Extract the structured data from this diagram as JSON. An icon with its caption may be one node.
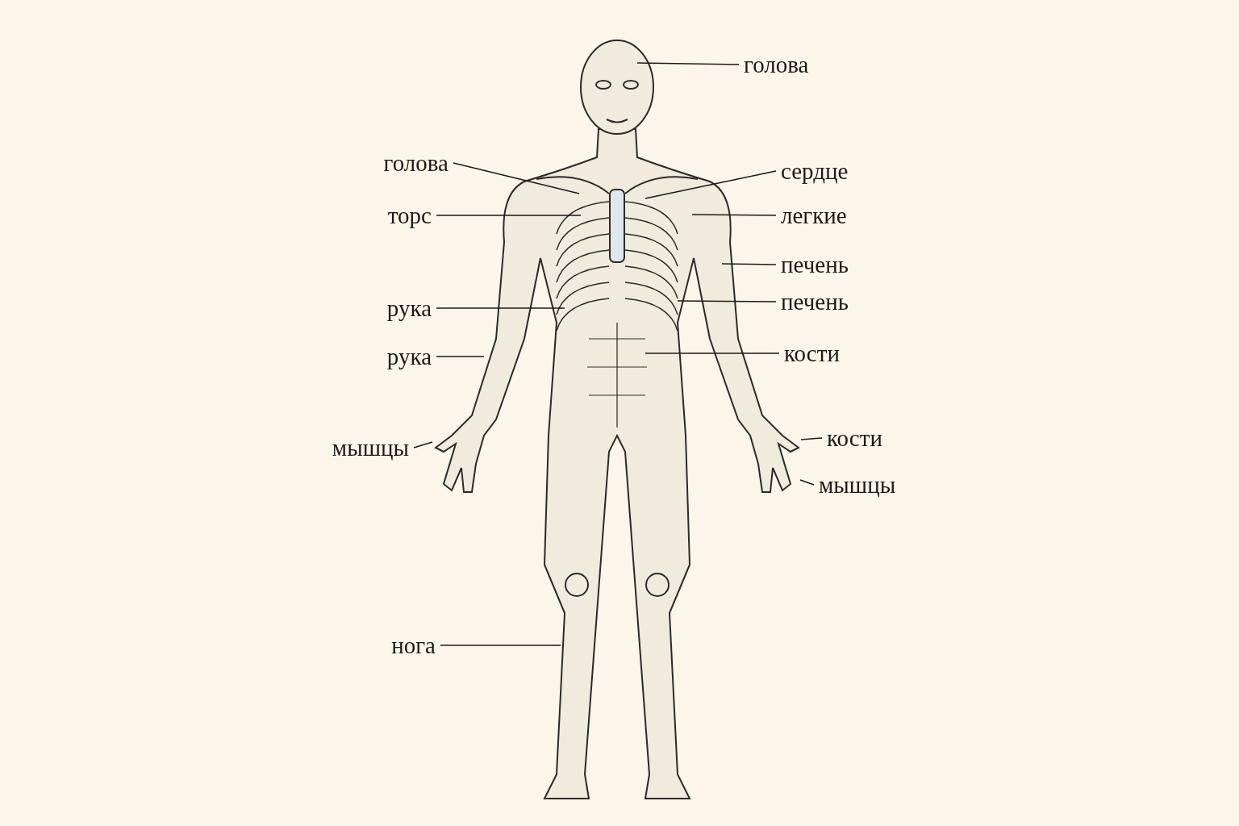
{
  "diagram": {
    "nodes": [
      {
        "text": [
          "голова"
        ]
      },
      {
        "text": [
          "голова"
        ]
      },
      {
        "text": [
          "сердце"
        ]
      },
      {
        "text": [
          "торс"
        ]
      },
      {
        "text": [
          "легкие"
        ]
      },
      {
        "text": [
          "печень"
        ]
      },
      {
        "text": [
          "рука"
        ]
      },
      {
        "text": [
          "печень"
        ]
      },
      {
        "text": [
          "рука"
        ]
      },
      {
        "text": [
          "кости"
        ]
      },
      {
        "text": [
          "мышцы"
        ]
      },
      {
        "text": [
          "кости"
        ]
      },
      {
        "text": [
          "мышцы"
        ]
      },
      {
        "text": [
          "нога"
        ]
      }
    ],
    "edges": [
      {
        "from": 0,
        "to": null,
        "arrow": "none"
      },
      {
        "from": 1,
        "to": null,
        "arrow": "none"
      },
      {
        "from": 2,
        "to": null,
        "arrow": "none"
      },
      {
        "from": 3,
        "to": null,
        "arrow": "none"
      },
      {
        "from": 4,
        "to": null,
        "arrow": "none"
      },
      {
        "from": 5,
        "to": null,
        "arrow": "none"
      },
      {
        "from": 6,
        "to": null,
        "arrow": "none"
      },
      {
        "from": 7,
        "to": null,
        "arrow": "none"
      },
      {
        "from": 8,
        "to": null,
        "arrow": "none"
      },
      {
        "from": 9,
        "to": null,
        "arrow": "none"
      },
      {
        "from": 10,
        "to": null,
        "arrow": "none"
      },
      {
        "from": 11,
        "to": null,
        "arrow": "none"
      },
      {
        "from": 12,
        "to": null,
        "arrow": "none"
      },
      {
        "from": 13,
        "to": null,
        "arrow": "none"
      }
    ]
  }
}
